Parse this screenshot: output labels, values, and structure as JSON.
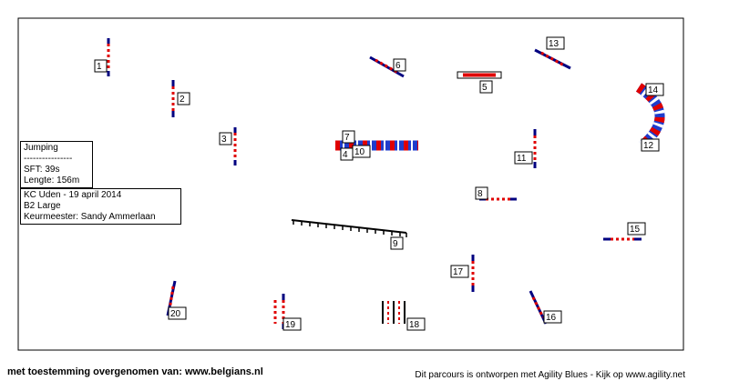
{
  "course_info": {
    "class_label": "Jumping",
    "separator": "----------------",
    "sft": "SFT:  39s",
    "length": "Lengte: 156m"
  },
  "event_info": {
    "club_date": "KC Uden - 19 april 2014",
    "category": "B2 Large",
    "judge": "Keurmeester: Sandy Ammerlaan"
  },
  "obstacles": {
    "n1": "1",
    "n2": "2",
    "n3": "3",
    "n4": "4",
    "n5": "5",
    "n6": "6",
    "n7": "7",
    "n8": "8",
    "n9": "9",
    "n10": "10",
    "n11": "11",
    "n12": "12",
    "n13": "13",
    "n14": "14",
    "n15": "15",
    "n16": "16",
    "n17": "17",
    "n18": "18",
    "n19": "19",
    "n20": "20"
  },
  "colors": {
    "pole_red": "#e00000",
    "wing_blue": "#000080",
    "tunnel_red": "#e00000",
    "tunnel_blue": "#1f3ccc"
  },
  "footer": {
    "left": "met toestemming overgenomen van: www.belgians.nl",
    "right": "Dit parcours is ontworpen met Agility Blues - Kijk op www.agility.net"
  }
}
